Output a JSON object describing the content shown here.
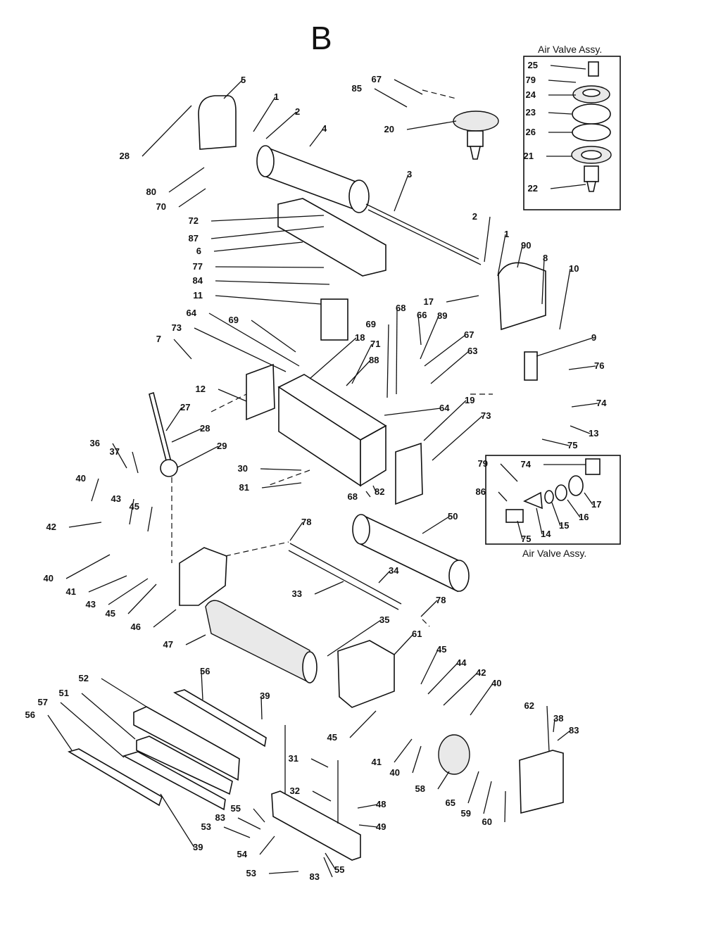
{
  "page_letter": "B",
  "inset_top_caption": "Air Valve Assy.",
  "inset_bottom_caption": "Air Valve Assy.",
  "callouts": [
    "1",
    "2",
    "4",
    "5",
    "28",
    "80",
    "70",
    "3",
    "2",
    "1",
    "90",
    "8",
    "10",
    "17",
    "9",
    "76",
    "67",
    "85",
    "20",
    "25",
    "79",
    "24",
    "23",
    "26",
    "21",
    "22",
    "72",
    "87",
    "6",
    "77",
    "84",
    "11",
    "64",
    "73",
    "69",
    "7",
    "12",
    "18",
    "71",
    "88",
    "68",
    "69",
    "66",
    "89",
    "67",
    "63",
    "64",
    "19",
    "73",
    "74",
    "13",
    "75",
    "79",
    "74",
    "86",
    "17",
    "16",
    "15",
    "14",
    "75",
    "27",
    "28",
    "29",
    "36",
    "37",
    "40",
    "43",
    "45",
    "42",
    "30",
    "81",
    "82",
    "68",
    "78",
    "50",
    "40",
    "41",
    "43",
    "45",
    "46",
    "34",
    "33",
    "78",
    "35",
    "47",
    "61",
    "45",
    "44",
    "42",
    "40",
    "56",
    "39",
    "52",
    "51",
    "57",
    "56",
    "45",
    "41",
    "40",
    "58",
    "65",
    "59",
    "60",
    "62",
    "38",
    "83",
    "31",
    "32",
    "48",
    "49",
    "55",
    "83",
    "53",
    "54",
    "39",
    "53",
    "83",
    "55"
  ]
}
